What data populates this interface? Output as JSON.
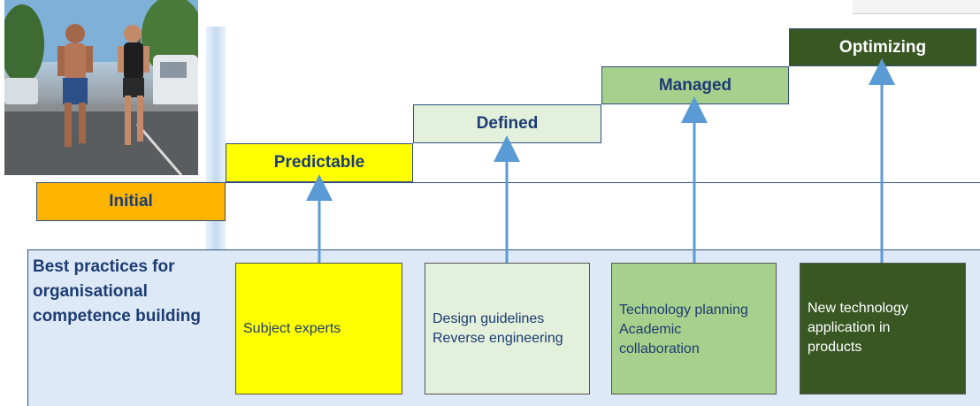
{
  "panel": {
    "label_lines": [
      "Best practices for",
      "organisational",
      "competence building"
    ]
  },
  "steps": {
    "initial": "Initial",
    "predictable": "Predictable",
    "defined": "Defined",
    "managed": "Managed",
    "optimizing": "Optimizing"
  },
  "practices": {
    "subject": [
      "Subject experts"
    ],
    "design": [
      "Design guidelines",
      "Reverse engineering"
    ],
    "tech": [
      "Technology planning",
      "Academic",
      "collaboration"
    ],
    "new_tech": [
      "New technology",
      "application in",
      "products"
    ]
  },
  "colors": {
    "initial": "#ffb400",
    "predictable": "#ffff00",
    "defined": "#e3f0dc",
    "managed": "#a8d08d",
    "optimizing": "#385723",
    "text_blue": "#1c3c72",
    "arrow": "#5b9bd5",
    "panel": "#dde9f6"
  }
}
